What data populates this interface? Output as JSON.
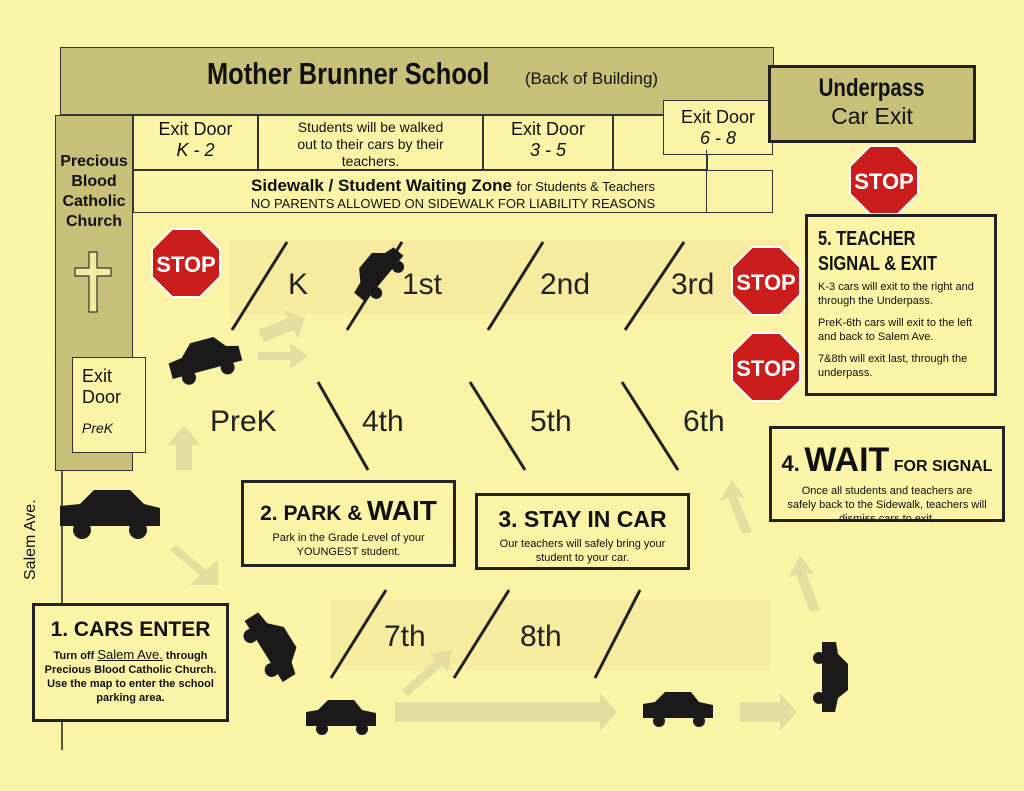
{
  "school": {
    "name": "Mother Brunner School",
    "note": "(Back of Building)"
  },
  "church": {
    "line1": "Precious",
    "line2": "Blood",
    "line3": "Catholic",
    "line4": "Church"
  },
  "exit_k2": {
    "title": "Exit Door",
    "grades": "K - 2"
  },
  "walk_note": "Students will be walked out to their cars by their teachers.",
  "exit_35": {
    "title": "Exit Door",
    "grades": "3 - 5"
  },
  "exit_68": {
    "title": "Exit Door",
    "grades": "6 - 8"
  },
  "sidewalk": {
    "title": "Sidewalk / Student Waiting Zone",
    "suffix": "for Students & Teachers",
    "note_bold": "NO PARENTS ALLOWED",
    "note_rest": "ON SIDEWALK FOR LIABILITY REASONS"
  },
  "underpass": {
    "line1": "Underpass",
    "line2": "Car Exit"
  },
  "exit_prek": {
    "title": "Exit Door",
    "grades": "PreK"
  },
  "stop_text": "STOP",
  "street": "Salem Ave.",
  "grades": {
    "k": "K",
    "first": "1st",
    "second": "2nd",
    "third": "3rd",
    "prek": "PreK",
    "fourth": "4th",
    "fifth": "5th",
    "sixth": "6th",
    "seventh": "7th",
    "eighth": "8th"
  },
  "step1": {
    "title": "1. CARS ENTER",
    "text_a": "Turn off",
    "street": "Salem Ave.",
    "text_b": "through Precious Blood Catholic Church. Use the map to enter the school parking area."
  },
  "step2": {
    "title_a": "2. PARK &",
    "title_b": "WAIT",
    "text": "Park in the Grade Level of your YOUNGEST student."
  },
  "step3": {
    "title": "3. STAY IN CAR",
    "text": "Our teachers will safely bring your student to your car."
  },
  "step4": {
    "title_a": "4.",
    "title_b": "WAIT",
    "title_c": "FOR SIGNAL",
    "text": "Once all students and teachers are safely back to the Sidewalk, teachers will dismiss cars to exit."
  },
  "step5": {
    "title_a": "5. TEACHER",
    "title_b": "SIGNAL & EXIT",
    "p1": "K-3 cars will exit to the right and through the Underpass.",
    "p2": "PreK-6th cars will exit to the left and back to Salem Ave.",
    "p3": "7&8th will exit last, through the underpass."
  },
  "colors": {
    "background": "#fbf3a6",
    "building": "#c8c078",
    "stop_red": "#cc1d1d",
    "arrow": "#e6dca0"
  }
}
